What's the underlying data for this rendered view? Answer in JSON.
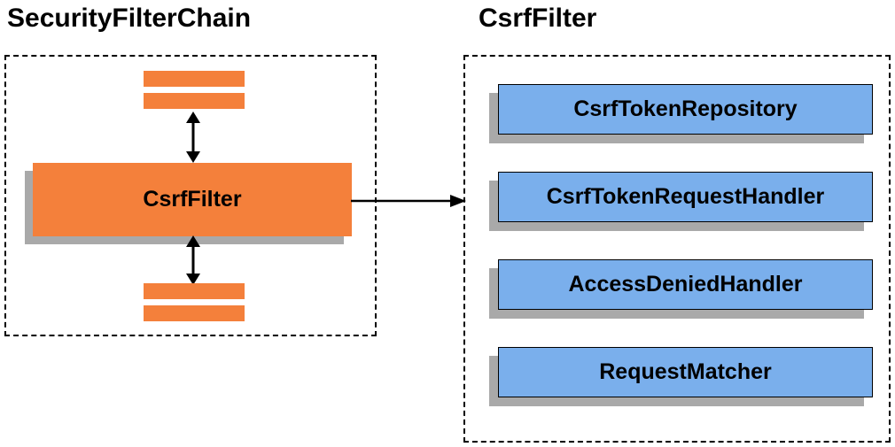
{
  "diagram": {
    "left": {
      "title": "SecurityFilterChain",
      "filter_box_label": "CsrfFilter"
    },
    "right": {
      "title": "CsrfFilter",
      "components": [
        "CsrfTokenRepository",
        "CsrfTokenRequestHandler",
        "AccessDeniedHandler",
        "RequestMatcher"
      ]
    },
    "colors": {
      "orange": "#F4803B",
      "blue": "#7AAFEC",
      "shadow": "#A9A9A9",
      "border": "#000000"
    }
  }
}
